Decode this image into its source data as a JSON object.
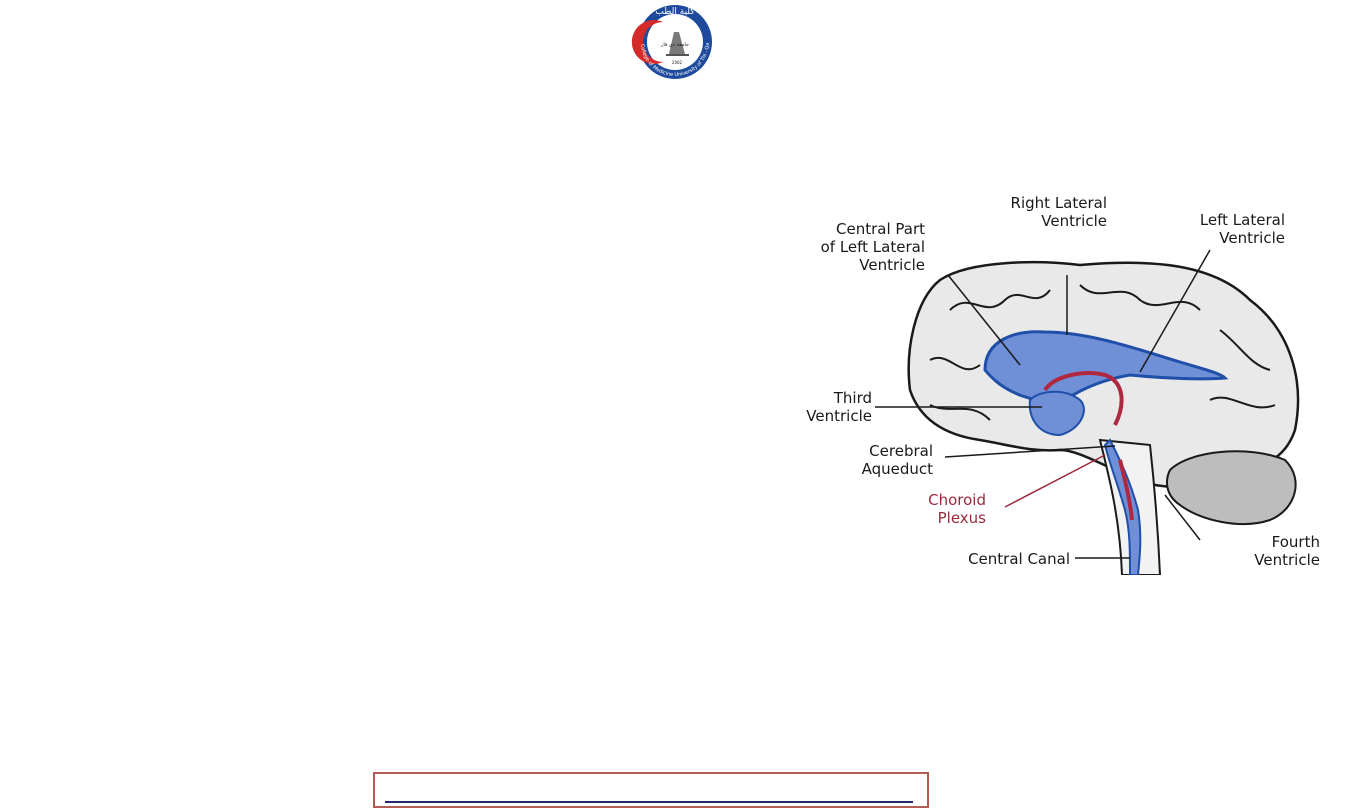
{
  "logo": {
    "arabic_top": "كلية الطب",
    "arabic_inner": "جامعة ذي قار",
    "year": "2002",
    "english_ring": "College of Medicine University of Thi - Qar"
  },
  "diagram": {
    "labels": {
      "central_part_l1": "Central Part",
      "central_part_l2": "of Left Lateral",
      "central_part_l3": "Ventricle",
      "right_lateral_l1": "Right Lateral",
      "right_lateral_l2": "Ventricle",
      "left_lateral_l1": "Left Lateral",
      "left_lateral_l2": "Ventricle",
      "third_l1": "Third",
      "third_l2": "Ventricle",
      "aqueduct_l1": "Cerebral",
      "aqueduct_l2": "Aqueduct",
      "choroid_l1": "Choroid",
      "choroid_l2": "Plexus",
      "central_canal": "Central Canal",
      "fourth_l1": "Fourth",
      "fourth_l2": "Ventricle"
    },
    "colors": {
      "ventricle": "#6f8fd6",
      "ventricle_dark": "#1f4fa8",
      "choroid": "#b0283f",
      "brain_fill": "#e9e9e9",
      "outline": "#1a1a1a"
    }
  }
}
